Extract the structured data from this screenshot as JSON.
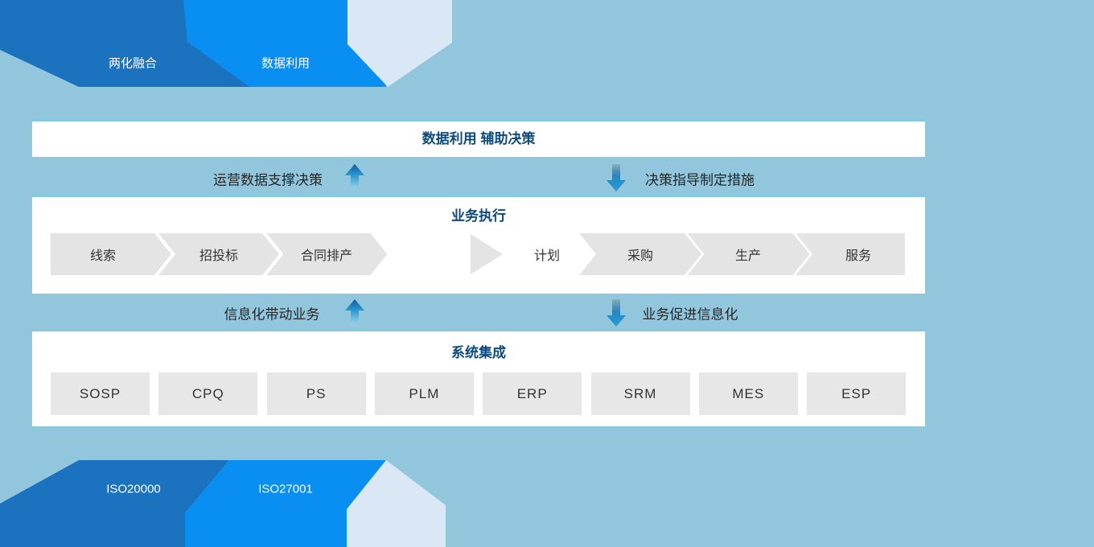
{
  "banners_top": {
    "tab1": "两化融合",
    "tab2": "数据利用"
  },
  "banners_bottom": {
    "tab1": "ISO20000",
    "tab2": "ISO27001"
  },
  "decision_bar": {
    "title": "数据利用 辅助决策"
  },
  "flow_row_top": {
    "left_label": "运营数据支撑决策",
    "right_label": "决策指导制定措施"
  },
  "execution_bar": {
    "title": "业务执行",
    "steps": [
      "线索",
      "招投标",
      "合同排产"
    ],
    "plan_step": "计划",
    "steps2": [
      "采购",
      "生产",
      "服务"
    ]
  },
  "flow_row_bottom": {
    "left_label": "信息化带动业务",
    "right_label": "业务促进信息化"
  },
  "integration_bar": {
    "title": "系统集成",
    "systems": [
      "SOSP",
      "CPQ",
      "PS",
      "PLM",
      "ERP",
      "SRM",
      "MES",
      "ESP"
    ]
  },
  "colors": {
    "background": "#92c6dd",
    "banner_dark_blue": "#1b73c0",
    "banner_bright_blue": "#098ef2",
    "banner_light_blue": "#d9e8f4",
    "title_navy": "#0d4a7d",
    "chevron_gray": "#e4e4e4",
    "arrow_blue": "#2593cf"
  }
}
